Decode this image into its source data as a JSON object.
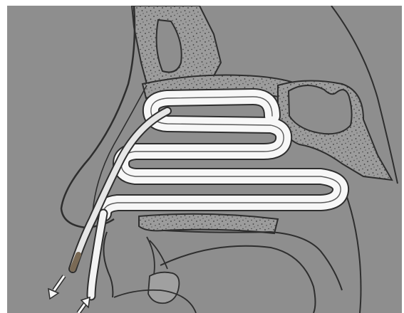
{
  "image": {
    "subject": "sagittal-nasal-cavity-airflow-illustration",
    "colors": {
      "background_gray": "#8e8e8e",
      "bone_gray": "#9a9a9a",
      "outline_dark": "#2e2e2e",
      "airflow_white": "#f7f7f7",
      "tube_shade": "#c8c8c8",
      "tube_tip": "#7a6a55"
    },
    "airflow_loops": 5,
    "arrows": [
      "inflow-arrow",
      "outflow-arrow"
    ]
  }
}
